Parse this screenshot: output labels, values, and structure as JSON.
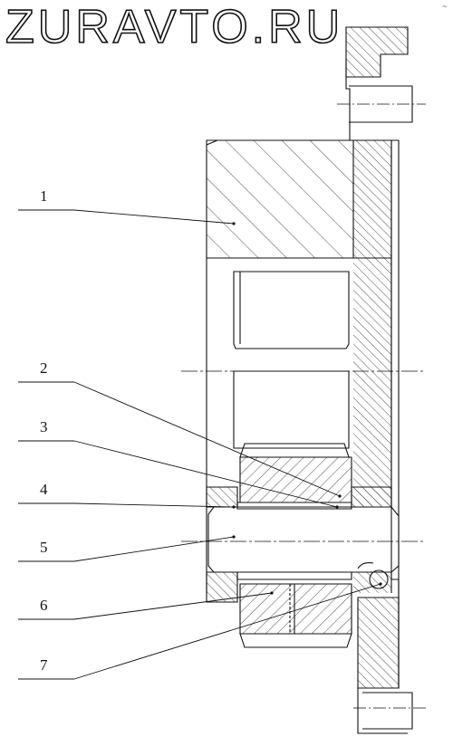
{
  "watermark": "ZURAVTO.RU",
  "corner_mark": "~",
  "callouts": [
    {
      "number": "1"
    },
    {
      "number": "2"
    },
    {
      "number": "3"
    },
    {
      "number": "4"
    },
    {
      "number": "5"
    },
    {
      "number": "6"
    },
    {
      "number": "7"
    }
  ]
}
